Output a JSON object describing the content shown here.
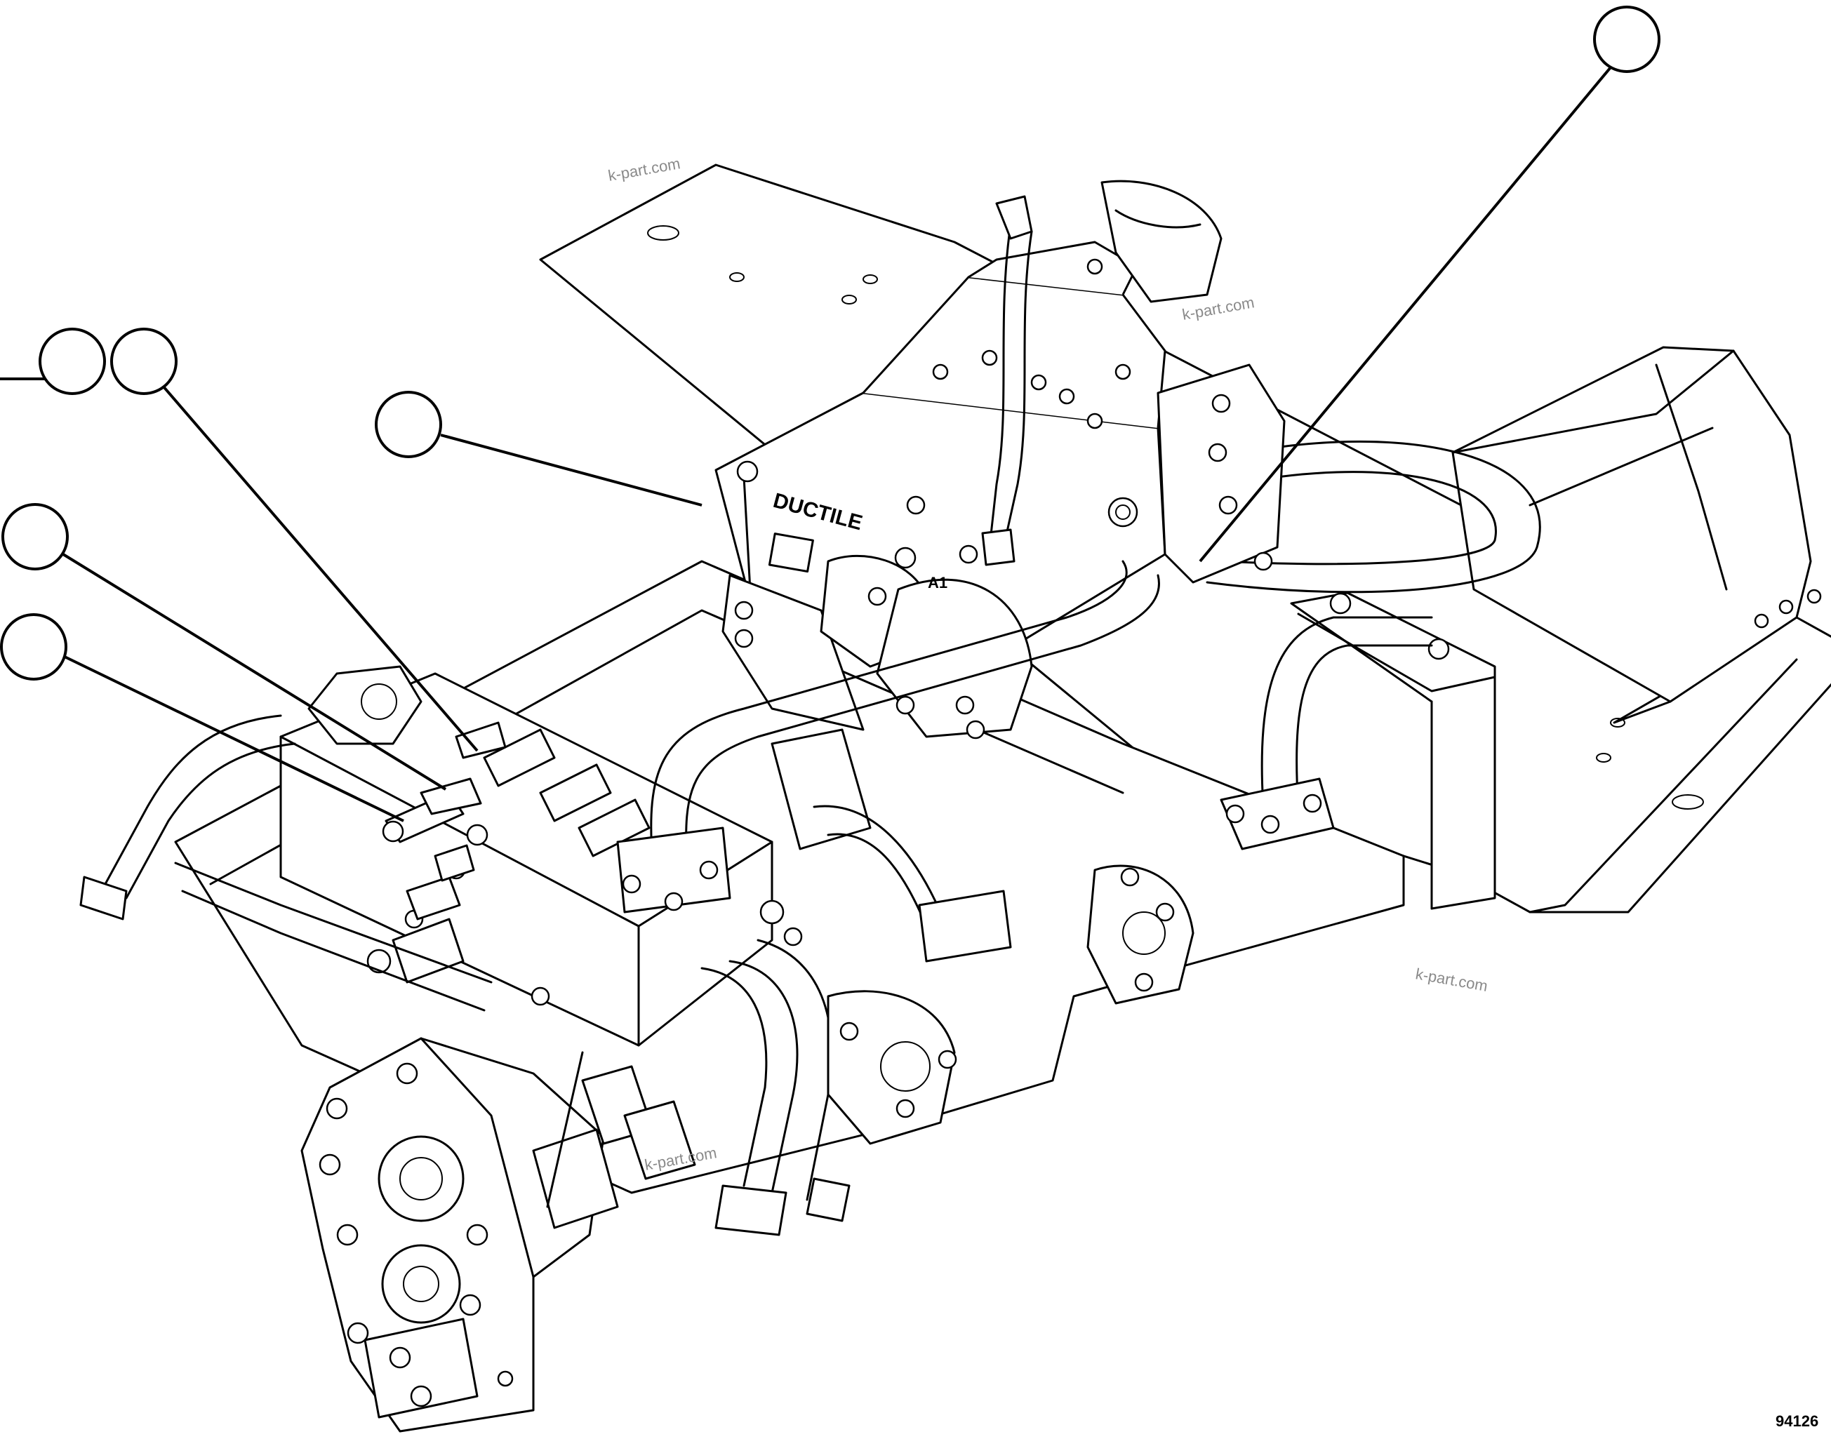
{
  "diagram": {
    "figure_number": "94126",
    "watermarks": [
      "k-part.com",
      "k-part.com",
      "k-part.com",
      "k-part.com"
    ],
    "brand_label": "DUCTILE",
    "port_label": "A1",
    "callouts": [
      {
        "id": "callout-1"
      },
      {
        "id": "callout-2"
      },
      {
        "id": "callout-3"
      },
      {
        "id": "callout-4"
      },
      {
        "id": "callout-5"
      },
      {
        "id": "callout-6"
      }
    ]
  }
}
